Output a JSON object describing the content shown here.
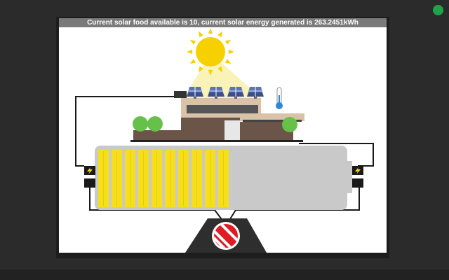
{
  "status": {
    "text": "Current solar food available is 10, current solar energy generated is 263.2451kWh",
    "bar_color": "#7a7a7a"
  },
  "indicator": {
    "color": "#1fa34a",
    "icon": "status-dot"
  },
  "battery": {
    "charged_cells": 10,
    "fill_color": "#f6df1a",
    "body_color": "#c9c9c9",
    "left_terminal_icon": "lightning-bolt-icon",
    "right_terminal_icon": "lightning-bolt-icon"
  },
  "sun": {
    "color": "#f7d000"
  },
  "switch": {
    "icon": "no-entry-icon",
    "color": "#e01b24"
  },
  "thermometer": {
    "icon": "thermometer-icon",
    "color": "#2a88d8"
  }
}
